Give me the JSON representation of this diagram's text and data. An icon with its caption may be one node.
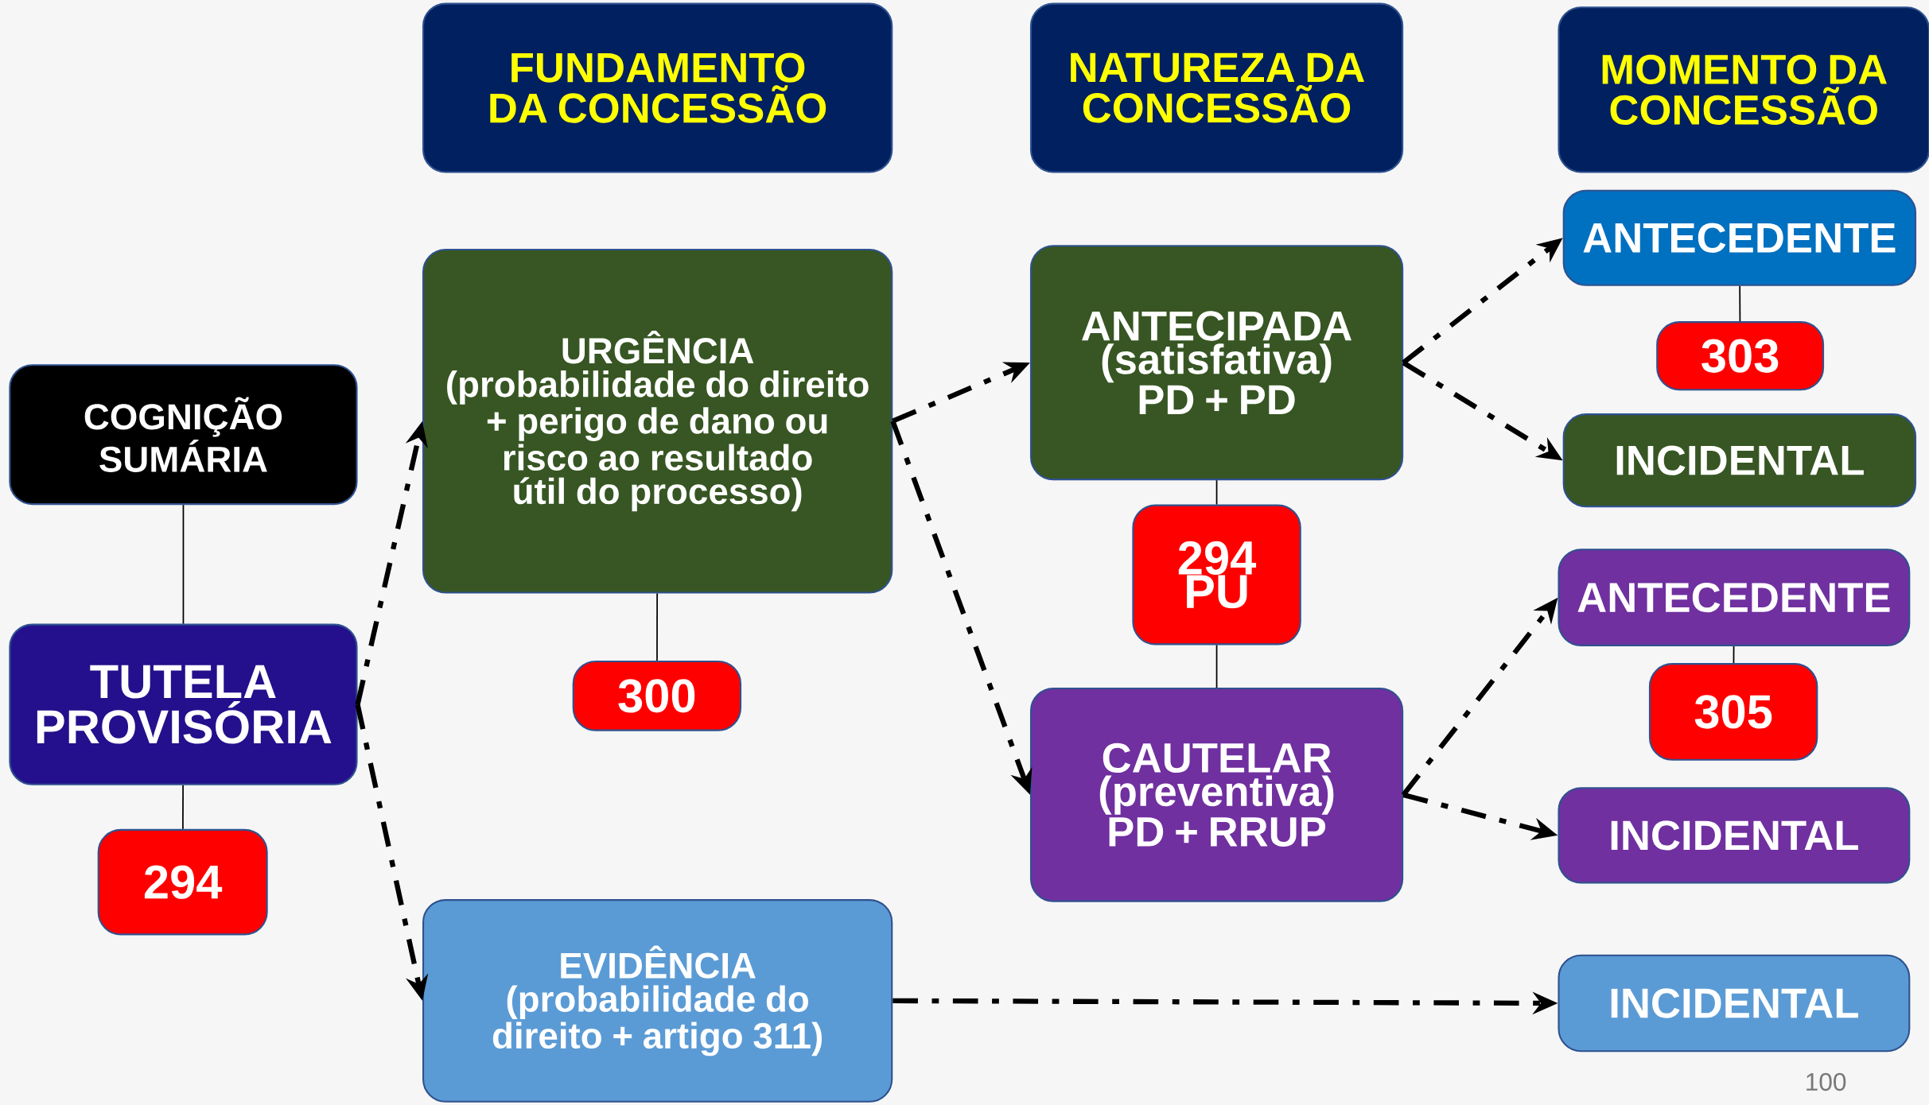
{
  "diagram": {
    "nodes": [
      {
        "text": [
          "COGNIÇÃO SUMÁRIA"
        ]
      },
      {
        "text": [
          "TUTELA PROVISÓRIA"
        ]
      },
      {
        "text": [
          "294"
        ]
      },
      {
        "text": [
          "FUNDAMENTO DA CONCESSÃO"
        ]
      },
      {
        "text": [
          "NATUREZA DA CONCESSÃO"
        ]
      },
      {
        "text": [
          "MOMENTO DA CONCESSÃO"
        ]
      },
      {
        "text": [
          "URGÊNCIA",
          "(probabilidade do direito + perigo de dano ou risco ao resultado útil do processo)"
        ]
      },
      {
        "text": [
          "300"
        ]
      },
      {
        "text": [
          "ANTECIPADA (satisfativa) PD + PD"
        ]
      },
      {
        "text": [
          "294 PU"
        ]
      },
      {
        "text": [
          "CAUTELAR (preventiva) PD + RRUP"
        ]
      },
      {
        "text": [
          "EVIDÊNCIA (probabilidade do direito + artigo 311)"
        ]
      },
      {
        "text": [
          "ANTECEDENTE"
        ]
      },
      {
        "text": [
          "303"
        ]
      },
      {
        "text": [
          "INCIDENTAL"
        ]
      },
      {
        "text": [
          "ANTECEDENTE"
        ]
      },
      {
        "text": [
          "305"
        ]
      },
      {
        "text": [
          "INCIDENTAL"
        ]
      },
      {
        "text": [
          "INCIDENTAL"
        ]
      }
    ],
    "edges": [
      {
        "from": 0,
        "to": 1,
        "arrow": "none"
      },
      {
        "from": 1,
        "to": 2,
        "arrow": "none"
      },
      {
        "from": 6,
        "to": 7,
        "arrow": "none"
      },
      {
        "from": 8,
        "to": 9,
        "arrow": "none"
      },
      {
        "from": 9,
        "to": 10,
        "arrow": "none"
      },
      {
        "from": 12,
        "to": 13,
        "arrow": "none"
      },
      {
        "from": 15,
        "to": 16,
        "arrow": "none"
      },
      {
        "from": 1,
        "to": 6,
        "arrow": "to",
        "style": "dashed"
      },
      {
        "from": 1,
        "to": 11,
        "arrow": "to",
        "style": "dashed"
      },
      {
        "from": 6,
        "to": 8,
        "arrow": "to",
        "style": "dashed"
      },
      {
        "from": 6,
        "to": 10,
        "arrow": "to",
        "style": "dashed"
      },
      {
        "from": 8,
        "to": 12,
        "arrow": "to",
        "style": "dashed"
      },
      {
        "from": 8,
        "to": 14,
        "arrow": "to",
        "style": "dashed"
      },
      {
        "from": 10,
        "to": 15,
        "arrow": "to",
        "style": "dashed"
      },
      {
        "from": 10,
        "to": 17,
        "arrow": "to",
        "style": "dashed"
      },
      {
        "from": 11,
        "to": 18,
        "arrow": "to",
        "style": "dashed"
      }
    ],
    "labels": [
      "100"
    ]
  }
}
